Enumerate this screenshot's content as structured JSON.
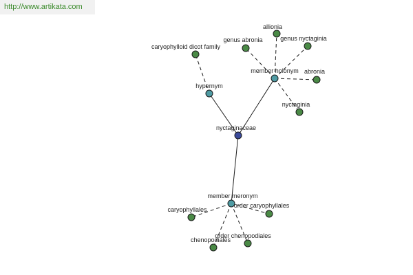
{
  "watermark": "http://www.artikata.com",
  "colors": {
    "root": "#3a4a9a",
    "relation": "#4f9ba3",
    "leaf": "#4a8a46"
  },
  "nodes": [
    {
      "id": "root",
      "label": "nyctaginaceae",
      "kind": "root"
    },
    {
      "id": "hypernym",
      "label": "hypernym",
      "kind": "relation"
    },
    {
      "id": "holonym",
      "label": "member holonym",
      "kind": "relation"
    },
    {
      "id": "meronym",
      "label": "member meronym",
      "kind": "relation"
    },
    {
      "id": "caryo_dicot",
      "label": "caryophylloid dicot family",
      "kind": "leaf"
    },
    {
      "id": "allionia",
      "label": "allionia",
      "kind": "leaf"
    },
    {
      "id": "genus_abronia",
      "label": "genus abronia",
      "kind": "leaf"
    },
    {
      "id": "genus_nyctaginia",
      "label": "genus nyctaginia",
      "kind": "leaf"
    },
    {
      "id": "abronia",
      "label": "abronia",
      "kind": "leaf"
    },
    {
      "id": "nyctaginia",
      "label": "nyctaginia",
      "kind": "leaf"
    },
    {
      "id": "caryophyllales",
      "label": "caryophyllales",
      "kind": "leaf"
    },
    {
      "id": "order_caryophyllales",
      "label": "order caryophyllales",
      "kind": "leaf"
    },
    {
      "id": "chenopodiales",
      "label": "chenopodiales",
      "kind": "leaf"
    },
    {
      "id": "order_chenopodiales",
      "label": "order chenopodiales",
      "kind": "leaf"
    }
  ],
  "edges": [
    {
      "from": "root",
      "to": "hypernym",
      "style": "solid"
    },
    {
      "from": "root",
      "to": "holonym",
      "style": "solid"
    },
    {
      "from": "root",
      "to": "meronym",
      "style": "solid"
    },
    {
      "from": "hypernym",
      "to": "caryo_dicot",
      "style": "dashed"
    },
    {
      "from": "holonym",
      "to": "allionia",
      "style": "dashed"
    },
    {
      "from": "holonym",
      "to": "genus_abronia",
      "style": "dashed"
    },
    {
      "from": "holonym",
      "to": "genus_nyctaginia",
      "style": "dashed"
    },
    {
      "from": "holonym",
      "to": "abronia",
      "style": "dashed"
    },
    {
      "from": "holonym",
      "to": "nyctaginia",
      "style": "dashed"
    },
    {
      "from": "meronym",
      "to": "caryophyllales",
      "style": "dashed"
    },
    {
      "from": "meronym",
      "to": "order_caryophyllales",
      "style": "dashed"
    },
    {
      "from": "meronym",
      "to": "chenopodiales",
      "style": "dashed"
    },
    {
      "from": "meronym",
      "to": "order_chenopodiales",
      "style": "dashed"
    }
  ]
}
